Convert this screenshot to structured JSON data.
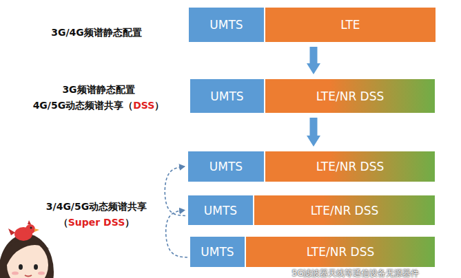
{
  "diagram": {
    "nodes": [
      {
        "text": [
          "UMTS"
        ]
      },
      {
        "text": [
          "LTE"
        ]
      },
      {
        "text": [
          "UMTS"
        ]
      },
      {
        "text": [
          "LTE/NR DSS"
        ]
      },
      {
        "text": [
          "UMTS"
        ]
      },
      {
        "text": [
          "LTE/NR DSS"
        ]
      },
      {
        "text": [
          "UMTS"
        ]
      },
      {
        "text": [
          "LTE/NR DSS"
        ]
      },
      {
        "text": [
          "UMTS"
        ]
      },
      {
        "text": [
          "LTE/NR DSS"
        ]
      }
    ],
    "edges": [
      {
        "from": 1,
        "to": 3,
        "arrow": "to"
      },
      {
        "from": 3,
        "to": 5,
        "arrow": "to"
      },
      {
        "from": 6,
        "to": 4,
        "arrow": "to"
      },
      {
        "from": 8,
        "to": 6,
        "arrow": "to"
      }
    ],
    "labels": [
      "3G/4G频谱静态配置",
      "3G频谱静态配置",
      "4G/5G动态频谱共享（",
      "DSS",
      "）",
      "3/4G/5G动态频谱共享",
      "（",
      "Super DSS",
      "）",
      "5G滤波器天线等通信设备无源器件"
    ]
  }
}
